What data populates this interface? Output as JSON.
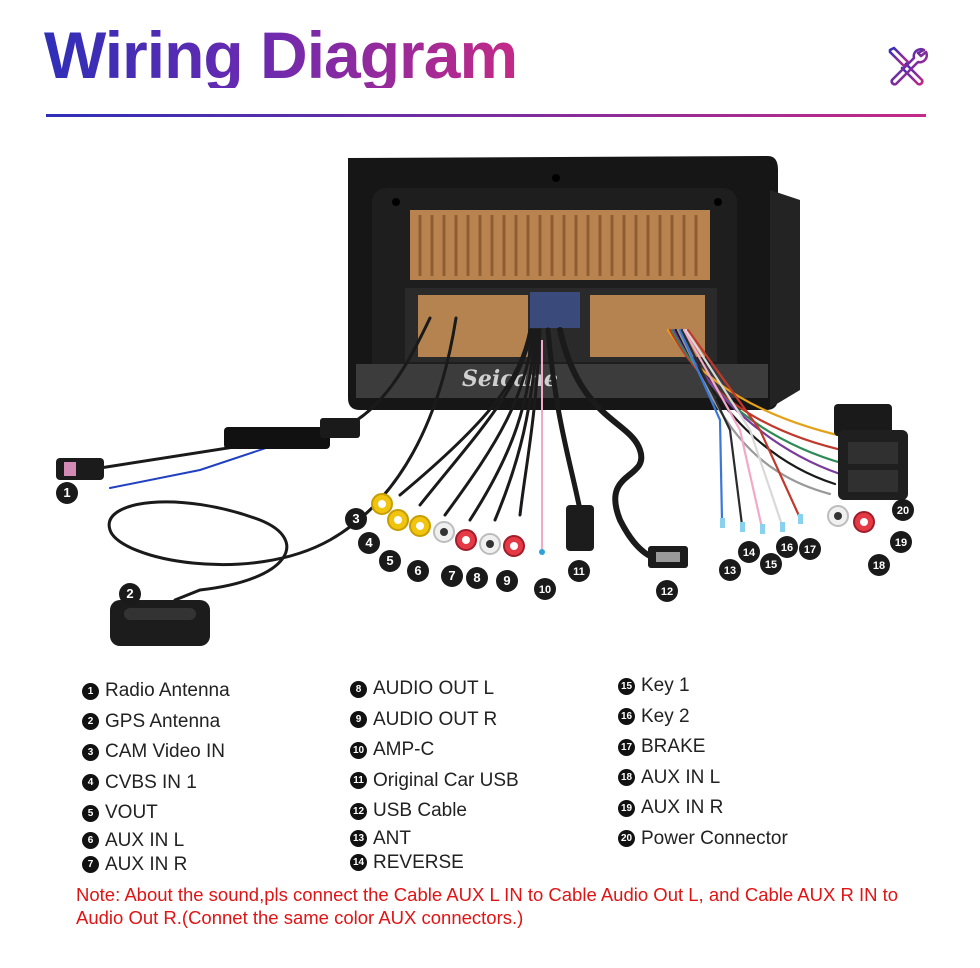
{
  "header": {
    "title": "Wiring Diagram",
    "icon": "tools-icon",
    "accent_start": "#2f2fb8",
    "accent_end": "#c42a86"
  },
  "device": {
    "brand": "Seicane"
  },
  "callouts": [
    {
      "n": "1"
    },
    {
      "n": "2"
    },
    {
      "n": "3"
    },
    {
      "n": "4"
    },
    {
      "n": "5"
    },
    {
      "n": "6"
    },
    {
      "n": "7"
    },
    {
      "n": "8"
    },
    {
      "n": "9"
    },
    {
      "n": "10"
    },
    {
      "n": "11"
    },
    {
      "n": "12"
    },
    {
      "n": "13"
    },
    {
      "n": "14"
    },
    {
      "n": "15"
    },
    {
      "n": "16"
    },
    {
      "n": "17"
    },
    {
      "n": "18"
    },
    {
      "n": "19"
    },
    {
      "n": "20"
    }
  ],
  "legend": {
    "col1": [
      {
        "n": "1",
        "label": "Radio Antenna"
      },
      {
        "n": "2",
        "label": "GPS Antenna"
      },
      {
        "n": "3",
        "label": "CAM Video IN"
      },
      {
        "n": "4",
        "label": "CVBS IN 1"
      },
      {
        "n": "5",
        "label": "VOUT"
      },
      {
        "n": "6",
        "label": "AUX IN L"
      },
      {
        "n": "7",
        "label": "AUX IN R"
      }
    ],
    "col2": [
      {
        "n": "8",
        "label": "AUDIO OUT L"
      },
      {
        "n": "9",
        "label": "AUDIO OUT R"
      },
      {
        "n": "10",
        "label": "AMP-C"
      },
      {
        "n": "11",
        "label": "Original Car USB"
      },
      {
        "n": "12",
        "label": "USB Cable"
      },
      {
        "n": "13",
        "label": "ANT"
      },
      {
        "n": "14",
        "label": "REVERSE"
      }
    ],
    "col3": [
      {
        "n": "15",
        "label": "Key 1"
      },
      {
        "n": "16",
        "label": "Key 2"
      },
      {
        "n": "17",
        "label": "BRAKE"
      },
      {
        "n": "18",
        "label": "AUX IN L"
      },
      {
        "n": "19",
        "label": "AUX IN R"
      },
      {
        "n": "20",
        "label": "Power Connector"
      }
    ]
  },
  "note": "Note: About the sound,pls connect the Cable AUX L IN to Cable Audio Out L, and Cable AUX R IN to  Audio Out R.(Connet the same color AUX connectors.)"
}
